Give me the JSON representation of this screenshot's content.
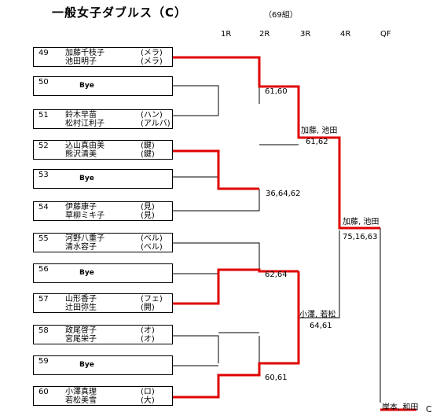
{
  "title": "一般女子ダブルス（C）",
  "count": "（69組）",
  "rounds": [
    "1R",
    "2R",
    "3R",
    "4R",
    "QF"
  ],
  "entries": [
    {
      "num": "49",
      "p1": "加藤千枝子",
      "c1": "(メラ)",
      "p2": "池田明子",
      "c2": "(メラ)"
    },
    {
      "num": "50",
      "bye": "Bye"
    },
    {
      "num": "51",
      "p1": "鈴木早苗",
      "c1": "(ハン)",
      "p2": "松村江利子",
      "c2": "(アルバ)"
    },
    {
      "num": "52",
      "p1": "込山真由美",
      "c1": "(鍵)",
      "p2": "熊沢清美",
      "c2": "(鍵)"
    },
    {
      "num": "53",
      "bye": "Bye"
    },
    {
      "num": "54",
      "p1": "伊藤康子",
      "c1": "(見)",
      "p2": "草柳ミキ子",
      "c2": "(見)"
    },
    {
      "num": "55",
      "p1": "河野八重子",
      "c1": "(ベル)",
      "p2": "清水容子",
      "c2": "(ベル)"
    },
    {
      "num": "56",
      "bye": "Bye"
    },
    {
      "num": "57",
      "p1": "山形香子",
      "c1": "(フェ)",
      "p2": "辻田弥生",
      "c2": "(開)"
    },
    {
      "num": "58",
      "p1": "政尾啓子",
      "c1": "(オ)",
      "p2": "宮尾栄子",
      "c2": "(オ)"
    },
    {
      "num": "59",
      "bye": "Bye"
    },
    {
      "num": "60",
      "p1": "小澤真理",
      "c1": "(ロ)",
      "p2": "若松美雪",
      "c2": "(大)"
    }
  ],
  "scores": [
    "61,60",
    "36,64,62",
    "62,64",
    "60,61"
  ],
  "r3": [
    {
      "winner": "加藤, 池田",
      "score": "61,62"
    },
    {
      "winner": "小澤, 若松",
      "score": "64,61"
    }
  ],
  "r4": {
    "winner": "加藤, 池田",
    "score": "75,16,63"
  },
  "qf": {
    "winner": "岸本, 和田",
    "next": "C"
  },
  "colors": {
    "win": "#e00000",
    "line": "#000000"
  }
}
